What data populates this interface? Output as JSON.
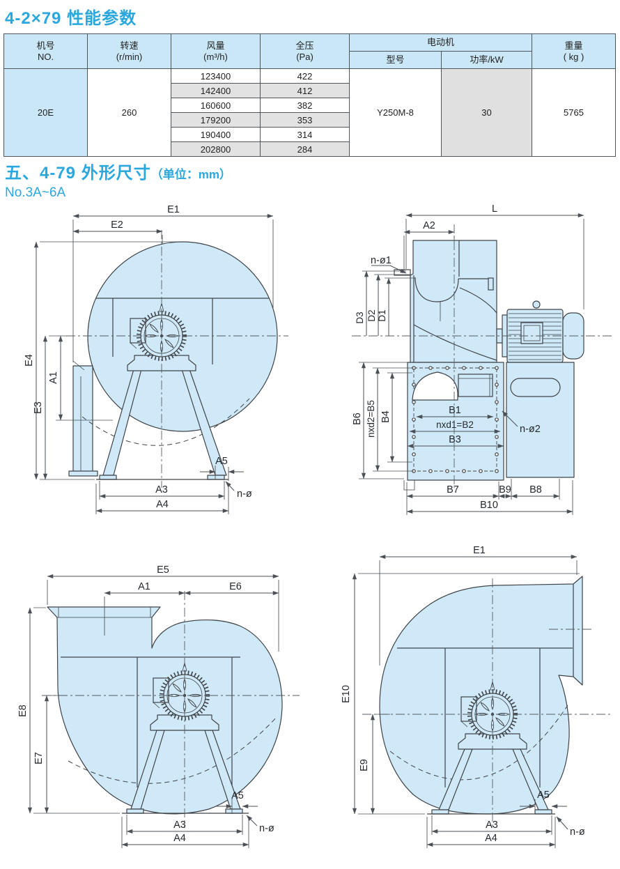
{
  "page": {
    "title1": "4-2×79 性能参数",
    "title2": "五、4-79 外形尺寸",
    "title2_unit": "（单位：mm）",
    "subtitle": "No.3A~6A"
  },
  "colors": {
    "accent_blue": "#2aa7de",
    "table_header_bg": "#c9e7f7",
    "zebra_gray": "#e2e2e2",
    "diagram_fill": "#cfe9f8",
    "line": "#3f4347"
  },
  "table": {
    "header": {
      "no1": "机号",
      "no2": "NO.",
      "speed1": "转速",
      "speed2": "(r/min)",
      "flow1": "风量",
      "flow2": "(m³/h)",
      "press1": "全压",
      "press2": "(Pa)",
      "motor": "电动机",
      "model": "型号",
      "power": "功率/kW",
      "weight1": "重量",
      "weight2": "( kg )"
    },
    "row": {
      "no": "20E",
      "speed": "260",
      "model": "Y250M-8",
      "power": "30",
      "weight": "5765"
    },
    "points": [
      {
        "flow": "123400",
        "press": "422"
      },
      {
        "flow": "142400",
        "press": "412"
      },
      {
        "flow": "160600",
        "press": "382"
      },
      {
        "flow": "179200",
        "press": "353"
      },
      {
        "flow": "190400",
        "press": "314"
      },
      {
        "flow": "202800",
        "press": "284"
      }
    ]
  },
  "diagrams": {
    "front": {
      "labels": {
        "e1": "E1",
        "e2": "E2",
        "e4": "E4",
        "e3": "E3",
        "a1": "A1",
        "a5": "A5",
        "a3": "A3",
        "a4": "A4",
        "nphi": "n-ø"
      }
    },
    "side": {
      "labels": {
        "l": "L",
        "a2": "A2",
        "nphi1": "n-ø1",
        "d3": "D3",
        "d2": "D2",
        "d1": "D1",
        "b6": "B6",
        "b5": "nxd2=B5",
        "b4": "B4",
        "b1": "B1",
        "b2": "nxd1=B2",
        "b3": "B3",
        "nphi2": "n-ø2",
        "b7": "B7",
        "b9": "B9",
        "b8": "B8",
        "b10": "B10"
      }
    },
    "left_rot": {
      "labels": {
        "e5": "E5",
        "a1": "A1",
        "e6": "E6",
        "e8": "E8",
        "e7": "E7",
        "a5": "A5",
        "a3": "A3",
        "a4": "A4",
        "nphi": "n-ø"
      }
    },
    "right_rot": {
      "labels": {
        "e1": "E1",
        "e10": "E10",
        "e9": "E9",
        "a5": "A5",
        "a3": "A3",
        "a4": "A4",
        "nphi": "n-ø"
      }
    }
  }
}
